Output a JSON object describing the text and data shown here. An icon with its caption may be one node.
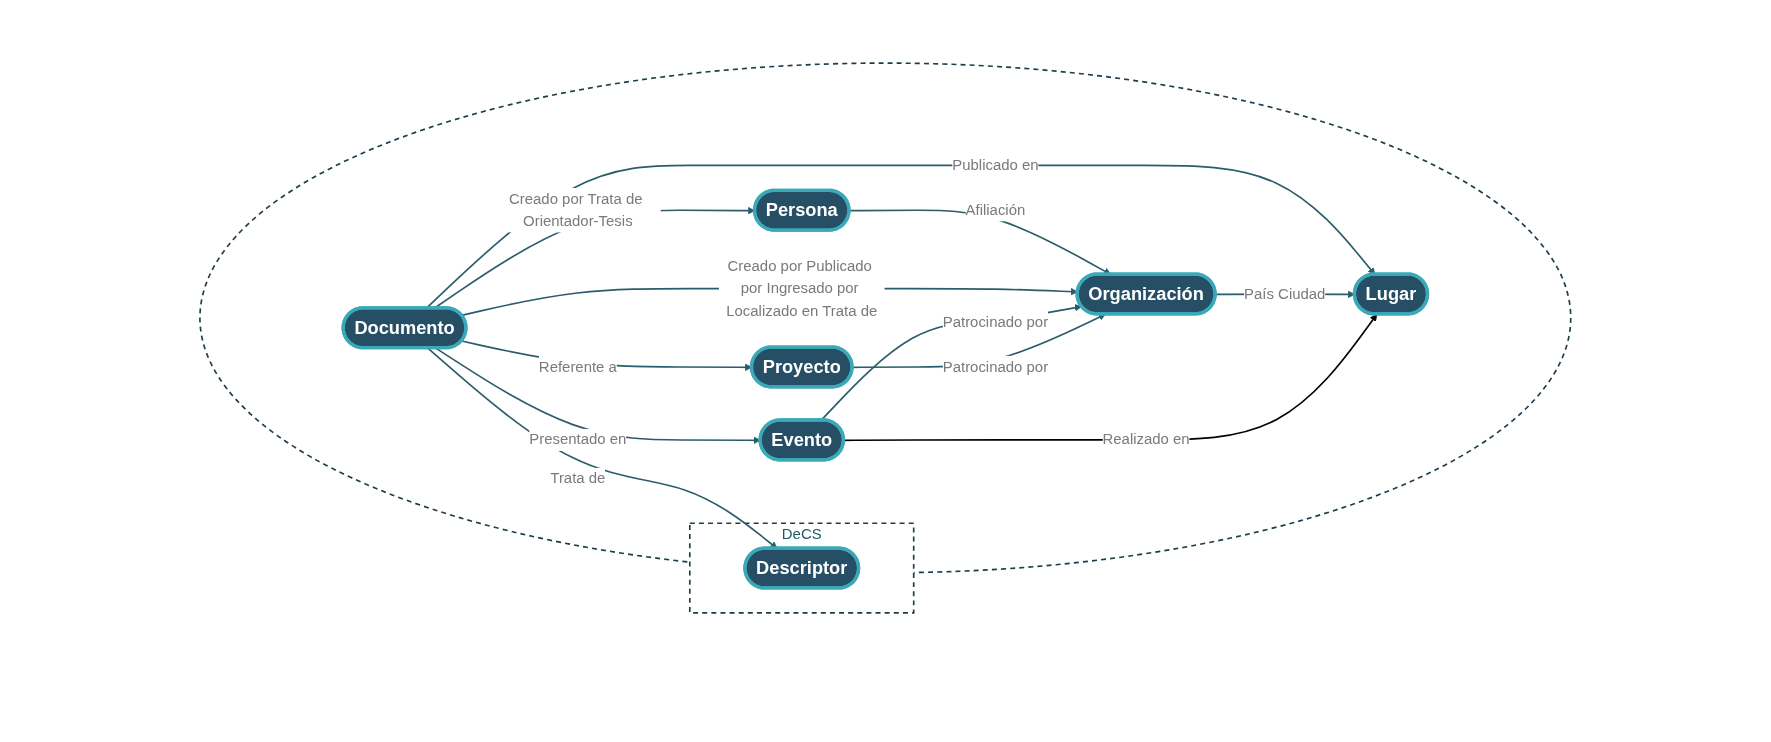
{
  "diagram": {
    "nodes": [
      {
        "text": [
          "DeCS"
        ]
      },
      {
        "text": [
          "Descriptor"
        ],
        "in": 0
      },
      {
        "text": [],
        "shape": "circle"
      },
      {
        "text": [
          "Documento"
        ],
        "in": 2
      },
      {
        "text": [
          "Persona"
        ],
        "in": 2
      },
      {
        "text": [
          "Organización"
        ],
        "in": 2
      },
      {
        "text": [
          "Proyecto"
        ],
        "in": 2
      },
      {
        "text": [
          "Lugar"
        ],
        "in": 2
      },
      {
        "text": [
          "Evento"
        ],
        "in": 2
      }
    ],
    "edges": [
      {
        "from": 3,
        "to": 4,
        "label": "Creado por Trata de Orientador-Tesis",
        "arrow": "to"
      },
      {
        "from": 4,
        "to": 5,
        "label": "Afiliación",
        "arrow": "to"
      },
      {
        "from": 3,
        "to": 5,
        "label": "Creado por Publicado por Ingresado por Localizado en Trata de",
        "arrow": "to"
      },
      {
        "from": 3,
        "to": 1,
        "label": "Trata de",
        "arrow": "to"
      },
      {
        "from": 3,
        "to": 7,
        "label": "Publicado en",
        "arrow": "to"
      },
      {
        "from": 3,
        "to": 8,
        "label": "Presentado en",
        "arrow": "to"
      },
      {
        "from": 3,
        "to": 6,
        "label": "Referente a",
        "arrow": "to"
      },
      {
        "from": 5,
        "to": 7,
        "label": "País Ciudad",
        "arrow": "to"
      },
      {
        "from": 8,
        "to": 7,
        "label": "Realizado en",
        "arrow": "to",
        "color": "#000000"
      },
      {
        "from": 8,
        "to": 5,
        "label": "Patrocinado por",
        "arrow": "to"
      },
      {
        "from": 6,
        "to": 5,
        "label": "Patrocinado por",
        "arrow": "to"
      }
    ]
  }
}
